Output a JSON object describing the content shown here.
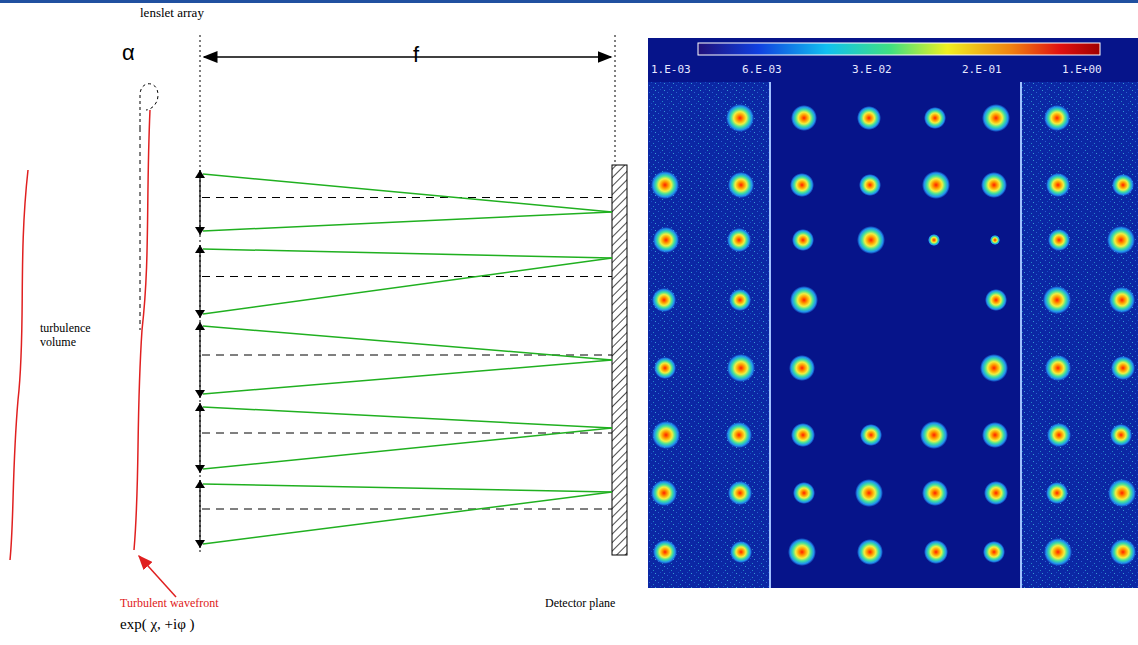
{
  "diagram": {
    "labels": [
      "lenslet array",
      "α",
      "f",
      "turbulence volume",
      "Turbulent wavefront",
      "exp( χ, +iφ )",
      "Detector plane",
      "1.E-03",
      "6.E-03",
      "3.E-02",
      "2.E-01",
      "1.E+00"
    ]
  }
}
